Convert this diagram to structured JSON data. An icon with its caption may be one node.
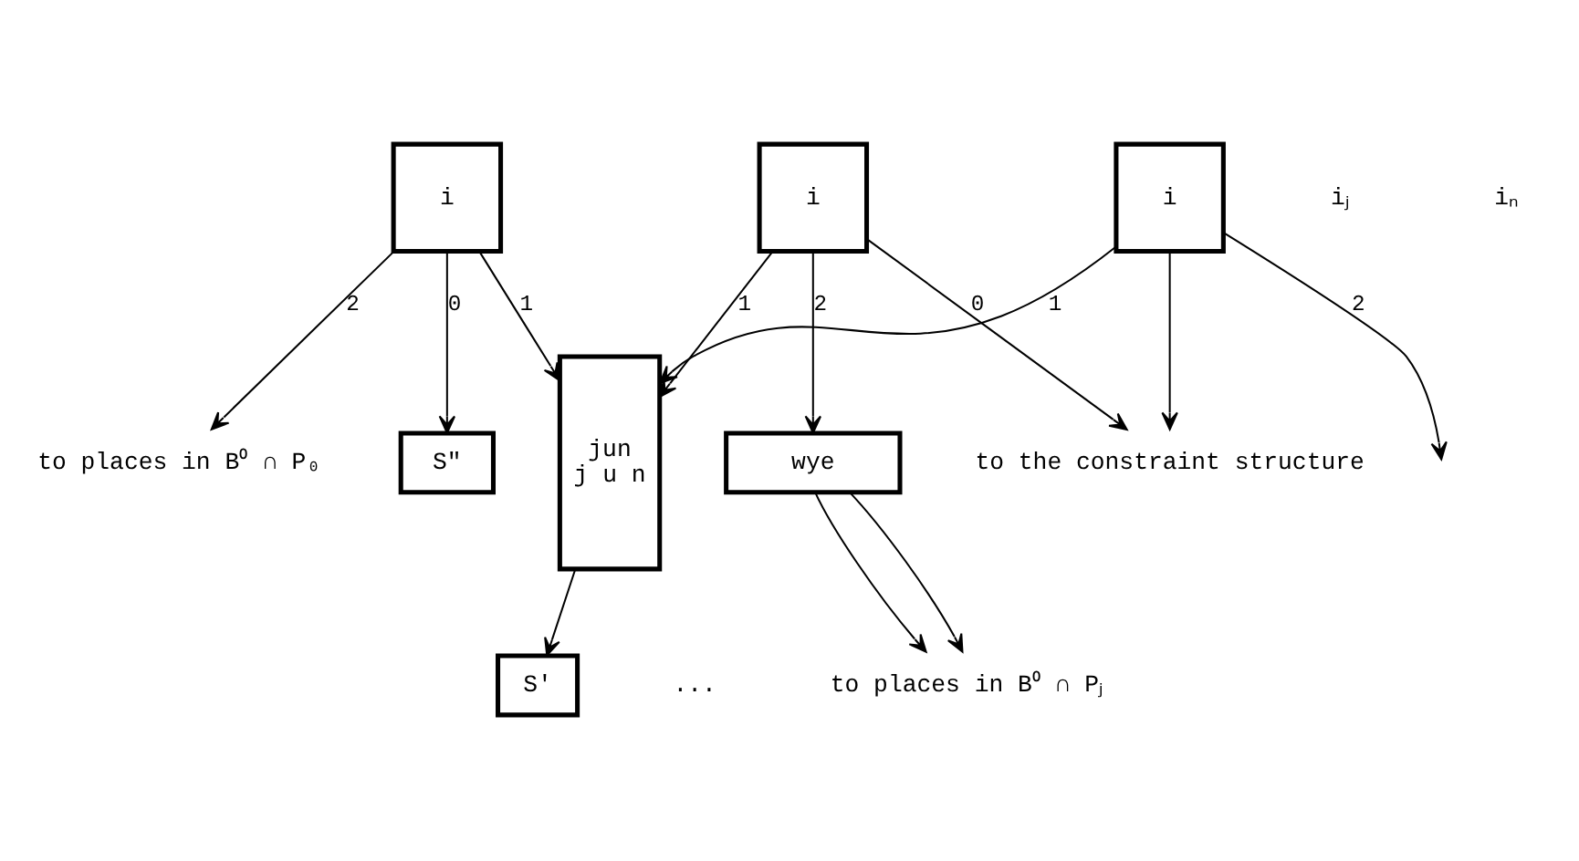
{
  "diagram": {
    "nodes": [
      {
        "text": [
          "to places in B⁰ ∩ P₀"
        ]
      },
      {
        "text": [
          "to places in B⁰ ∩ Pⱼ"
        ]
      },
      {
        "text": [
          "wye"
        ]
      },
      {
        "text": [
          "i"
        ]
      },
      {
        "text": [
          "i"
        ]
      },
      {
        "text": [
          "i"
        ]
      },
      {
        "text": [
          "jun",
          "j u n"
        ]
      },
      {
        "text": [
          "S'"
        ]
      },
      {
        "text": [
          "S\""
        ]
      },
      {
        "text": [
          "to the constraint structure"
        ]
      }
    ],
    "edges": [
      {
        "from": 3,
        "to": 0,
        "arrow": "to",
        "label": "2"
      },
      {
        "from": 2,
        "to": 1,
        "arrow": "to"
      },
      {
        "from": 2,
        "to": 1,
        "arrow": "to"
      },
      {
        "from": 4,
        "to": 2,
        "arrow": "to",
        "label": "2"
      },
      {
        "from": 5,
        "to": null,
        "arrow": "to",
        "label": "2"
      },
      {
        "from": 3,
        "to": 8,
        "arrow": "to",
        "label": "0"
      },
      {
        "from": 4,
        "to": 9,
        "arrow": "to",
        "label": "0"
      },
      {
        "from": 5,
        "to": 9,
        "arrow": "to"
      },
      {
        "from": 3,
        "to": 6,
        "arrow": "to",
        "label": "1"
      },
      {
        "from": 4,
        "to": 6,
        "arrow": "to",
        "label": "1"
      },
      {
        "from": 5,
        "to": 6,
        "arrow": "to",
        "label": "1"
      },
      {
        "from": 6,
        "to": 7,
        "arrow": "to"
      }
    ],
    "labels": [
      "...",
      "iⱼ",
      "iₙ"
    ]
  }
}
